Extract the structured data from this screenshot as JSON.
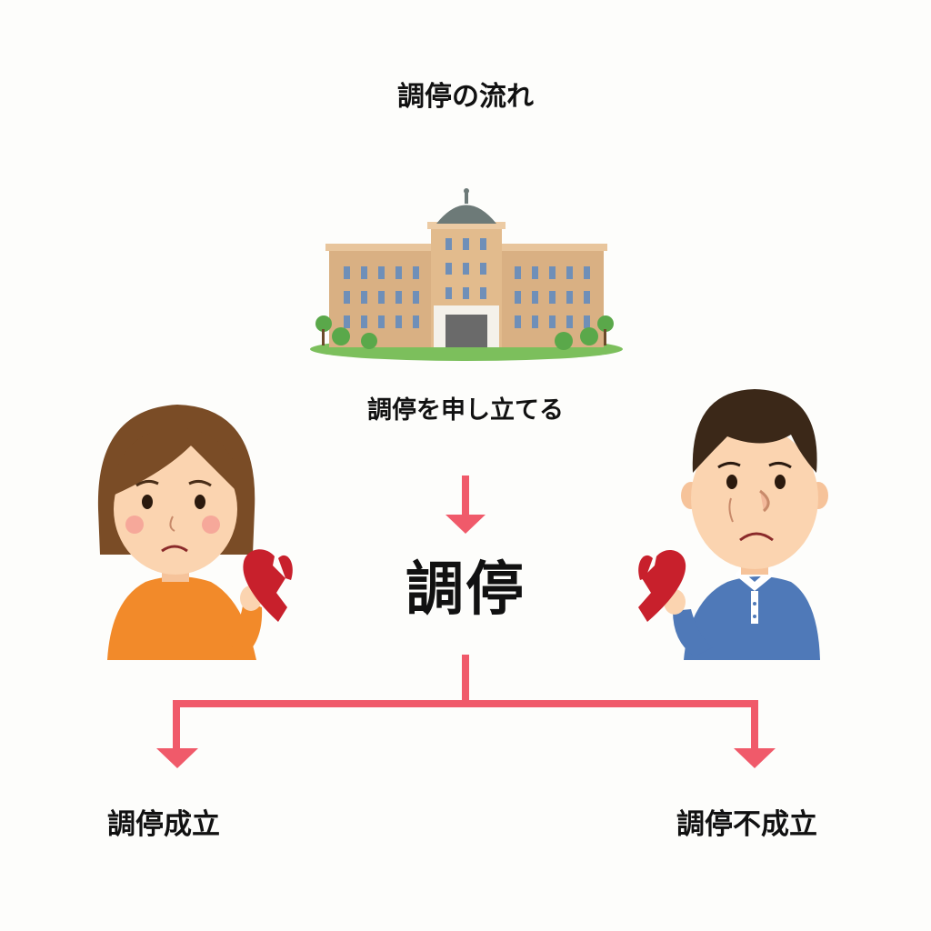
{
  "diagram": {
    "title": "調停の流れ",
    "apply_label": "調停を申し立てる",
    "center_label": "調停",
    "outcome_success": "調停成立",
    "outcome_failure": "調停不成立"
  },
  "colors": {
    "arrow": "#f05a6a",
    "heart": "#c8202c",
    "woman_shirt": "#f28a2a",
    "man_shirt": "#4f79b8",
    "hair": "#7a4c26",
    "man_hair": "#3b2818",
    "skin": "#fbd4b0",
    "building": "#d9b083",
    "dome": "#6d7a78",
    "tree": "#5aa84a"
  },
  "icons": {
    "building": "courthouse-icon",
    "woman": "sad-woman-icon",
    "man": "sad-man-icon",
    "heart": "broken-heart-icon"
  }
}
